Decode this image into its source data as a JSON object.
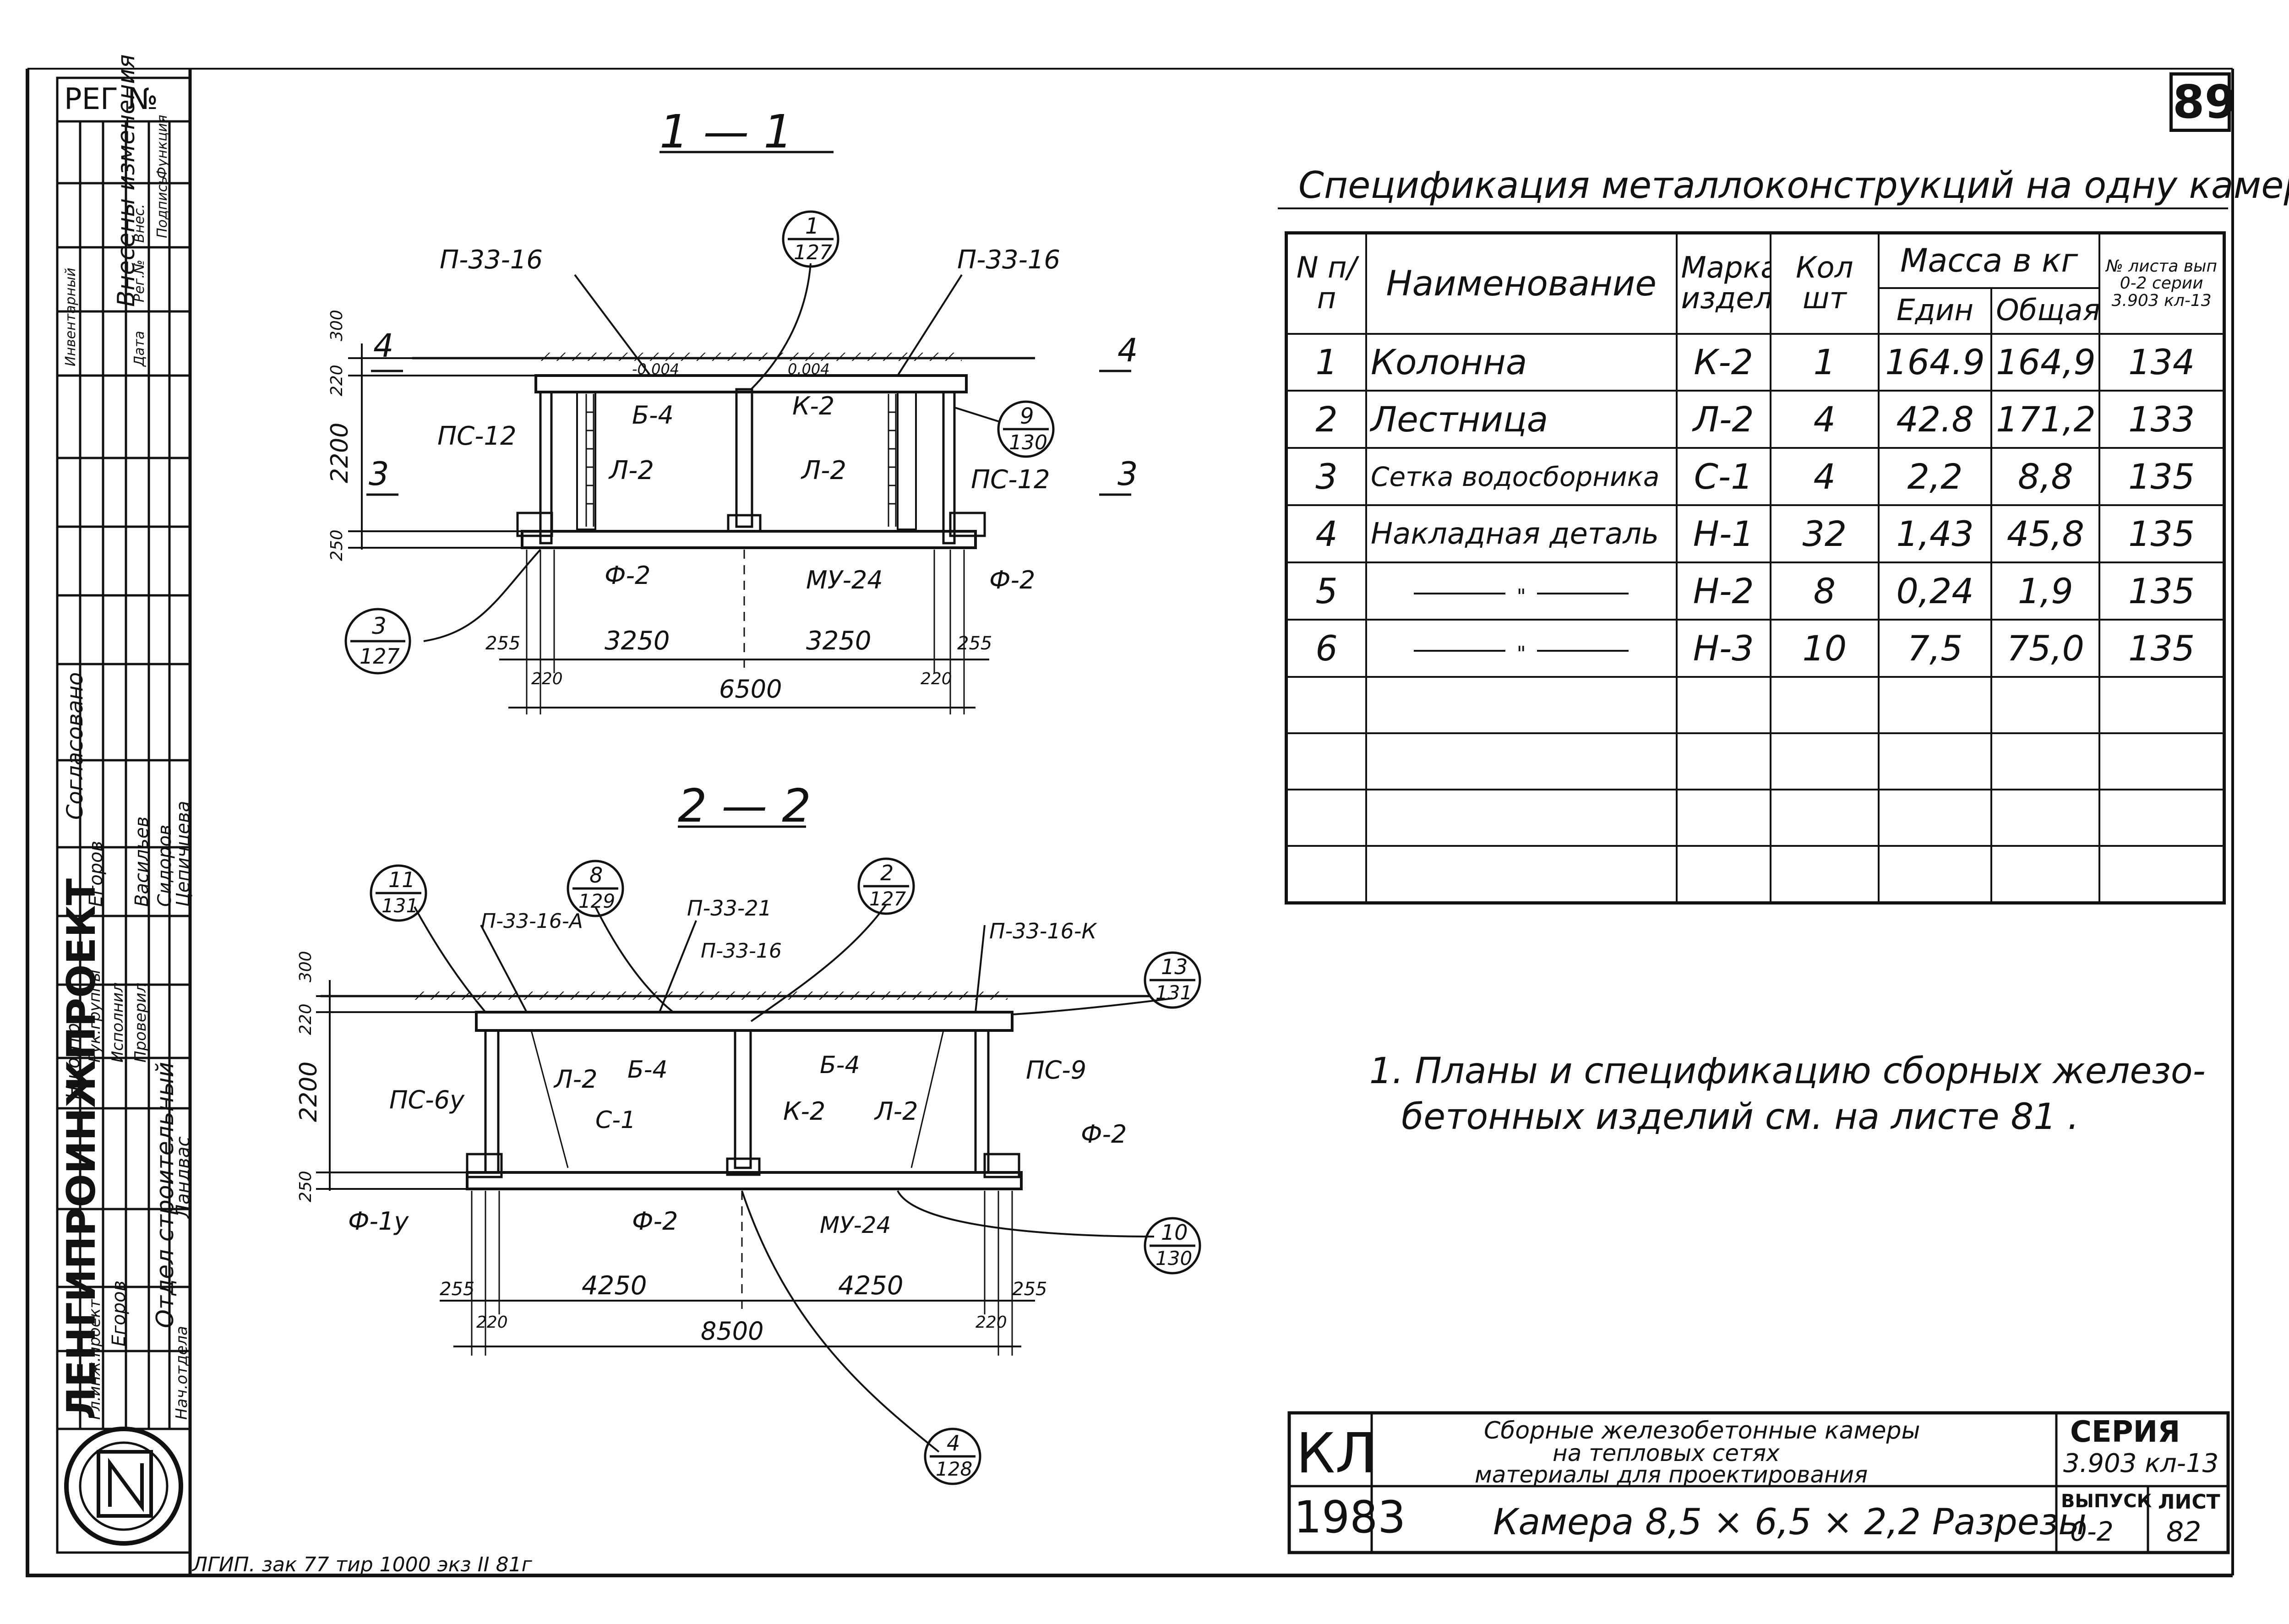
{
  "sheet": {
    "sheet_number": "89",
    "reg_label": "РЕГ №"
  },
  "side_stamp": {
    "revision_header": "Внесены изменения",
    "revision_cols": [
      "Инвентарный",
      "Дата",
      "Рег.№",
      "Внес.",
      "Подпись",
      "Функция"
    ],
    "approval": "Согласовано",
    "organization": "ЛЕНГИПРОИНЖПРОЕКТ",
    "department": "Отдел строительный",
    "roles": [
      "Гл.инж.проект",
      "Нач.отдела",
      "Рук.группы",
      "Исполнил",
      "Проверил",
      "Н.контр."
    ],
    "names": [
      "Егоров",
      "Егоров",
      "Васильев",
      "Сидоров",
      "Ландвас",
      "Цепичцева"
    ]
  },
  "section_1": {
    "title": "1 — 1",
    "labels": {
      "p_left": "П-33-16",
      "p_right": "П-33-16",
      "b4": "Б-4",
      "k2": "К-2",
      "ps_left": "ПС-12",
      "ps_right": "ПС-12",
      "l2_left": "Л-2",
      "l2_right": "Л-2",
      "f2_left": "Ф-2",
      "f2_right": "Ф-2",
      "mu": "МУ-24",
      "mark_left": "4",
      "mark_right": "4",
      "mark3_left": "3",
      "mark3_right": "3"
    },
    "callouts": [
      {
        "top": "1",
        "bottom": "127"
      },
      {
        "top": "9",
        "bottom": "130"
      },
      {
        "top": "3",
        "bottom": "127"
      }
    ],
    "dims": {
      "v_top": "300",
      "v_220": "220",
      "v_2200": "2200",
      "v_250": "250",
      "h_255_left": "255",
      "h_3250_left": "3250",
      "h_3250_right": "3250",
      "h_255_right": "255",
      "h_220_left": "220",
      "h_220_right": "220",
      "h_total": "6500",
      "level_left": "-0.004",
      "level_right": "0.004"
    }
  },
  "section_2": {
    "title": "2 — 2",
    "labels": {
      "p_16a": "П-33-16-А",
      "p_21": "П-33-21",
      "p_16": "П-33-16",
      "p_16k": "П-33-16-К",
      "ps_left": "ПС-6у",
      "ps_right": "ПС-9",
      "b4_left": "Б-4",
      "b4_right": "Б-4",
      "l2_left": "Л-2",
      "l2_right": "Л-2",
      "k2": "К-2",
      "c1": "С-1",
      "f1": "Ф-1у",
      "f2_mid": "Ф-2",
      "f2_right": "Ф-2",
      "mu": "МУ-24"
    },
    "callouts": [
      {
        "top": "11",
        "bottom": "131"
      },
      {
        "top": "8",
        "bottom": "129"
      },
      {
        "top": "2",
        "bottom": "127"
      },
      {
        "top": "13",
        "bottom": "131"
      },
      {
        "top": "10",
        "bottom": "130"
      },
      {
        "top": "4",
        "bottom": "128"
      }
    ],
    "dims": {
      "v_top": "300",
      "v_220": "220",
      "v_2200": "2200",
      "v_250": "250",
      "h_255_left": "255",
      "h_4250_left": "4250",
      "h_4250_right": "4250",
      "h_255_right": "255",
      "h_220_left": "220",
      "h_220_right": "220",
      "h_total": "8500"
    }
  },
  "spec": {
    "title": "Спецификация металлоконструкций на одну камеру",
    "headers": {
      "n": "N п/п",
      "name": "Наименование",
      "mark": "Марка изделия",
      "qty": "Кол шт",
      "mass": "Масса в кг",
      "unit": "Един",
      "total": "Общая",
      "sheet": "№ листа вып 0-2 серии 3.903 кл-13"
    },
    "rows": [
      {
        "n": "1",
        "name": "Колонна",
        "mark": "К-2",
        "qty": "1",
        "unit": "164.9",
        "total": "164,9",
        "sheet": "134"
      },
      {
        "n": "2",
        "name": "Лестница",
        "mark": "Л-2",
        "qty": "4",
        "unit": "42.8",
        "total": "171,2",
        "sheet": "133"
      },
      {
        "n": "3",
        "name": "Сетка водосборника",
        "mark": "С-1",
        "qty": "4",
        "unit": "2,2",
        "total": "8,8",
        "sheet": "135"
      },
      {
        "n": "4",
        "name": "Накладная деталь",
        "mark": "Н-1",
        "qty": "32",
        "unit": "1,43",
        "total": "45,8",
        "sheet": "135"
      },
      {
        "n": "5",
        "name": "\"",
        "mark": "Н-2",
        "qty": "8",
        "unit": "0,24",
        "total": "1,9",
        "sheet": "135"
      },
      {
        "n": "6",
        "name": "\"",
        "mark": "Н-3",
        "qty": "10",
        "unit": "7,5",
        "total": "75,0",
        "sheet": "135"
      }
    ]
  },
  "note": {
    "line1": "1. Планы и спецификацию сборных железо-",
    "line2": "бетонных изделий см. на листе 81 ."
  },
  "title_block": {
    "code": "КЛ",
    "year": "1983",
    "desc1": "Сборные железобетонные камеры",
    "desc2": "на тепловых сетях",
    "desc3": "материалы для проектирования",
    "subject": "Камера  8,5 × 6,5 × 2,2  Разрезы",
    "series_label": "СЕРИЯ",
    "series_value": "3.903 кл-13",
    "issue_label": "ВЫПУСК",
    "issue_value": "0-2",
    "sheet_label": "ЛИСТ",
    "sheet_value": "82"
  },
  "footer": {
    "print_note": "ЛГИП. зак 77 тир 1000 экз  II  81г"
  }
}
